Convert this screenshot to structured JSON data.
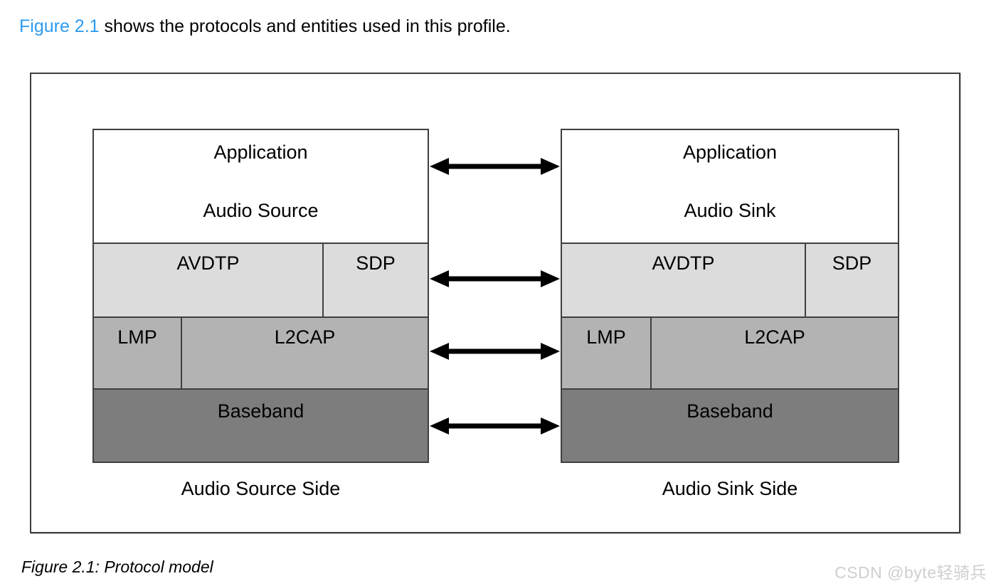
{
  "intro": {
    "link_text": "Figure 2.1",
    "rest_text": " shows the protocols and entities used in this profile."
  },
  "figure": {
    "left": {
      "app": "Application",
      "role": "Audio Source",
      "avdtp": "AVDTP",
      "sdp": "SDP",
      "lmp": "LMP",
      "l2cap": "L2CAP",
      "baseband": "Baseband",
      "side": "Audio Source Side"
    },
    "right": {
      "app": "Application",
      "role": "Audio Sink",
      "avdtp": "AVDTP",
      "sdp": "SDP",
      "lmp": "LMP",
      "l2cap": "L2CAP",
      "baseband": "Baseband",
      "side": "Audio Sink Side"
    }
  },
  "caption": "Figure 2.1: Protocol model",
  "watermark": "CSDN @byte轻骑兵",
  "colors": {
    "link_blue": "#2e9bf0",
    "row_app": "#ffffff",
    "row_avdtp": "#dcdcdc",
    "row_lmp": "#b3b3b3",
    "row_baseband": "#7d7d7d",
    "box_border": "#3f3f3f",
    "arrow_black": "#000000",
    "watermark_gray": "#cfcfcf",
    "text_black": "#000000"
  }
}
